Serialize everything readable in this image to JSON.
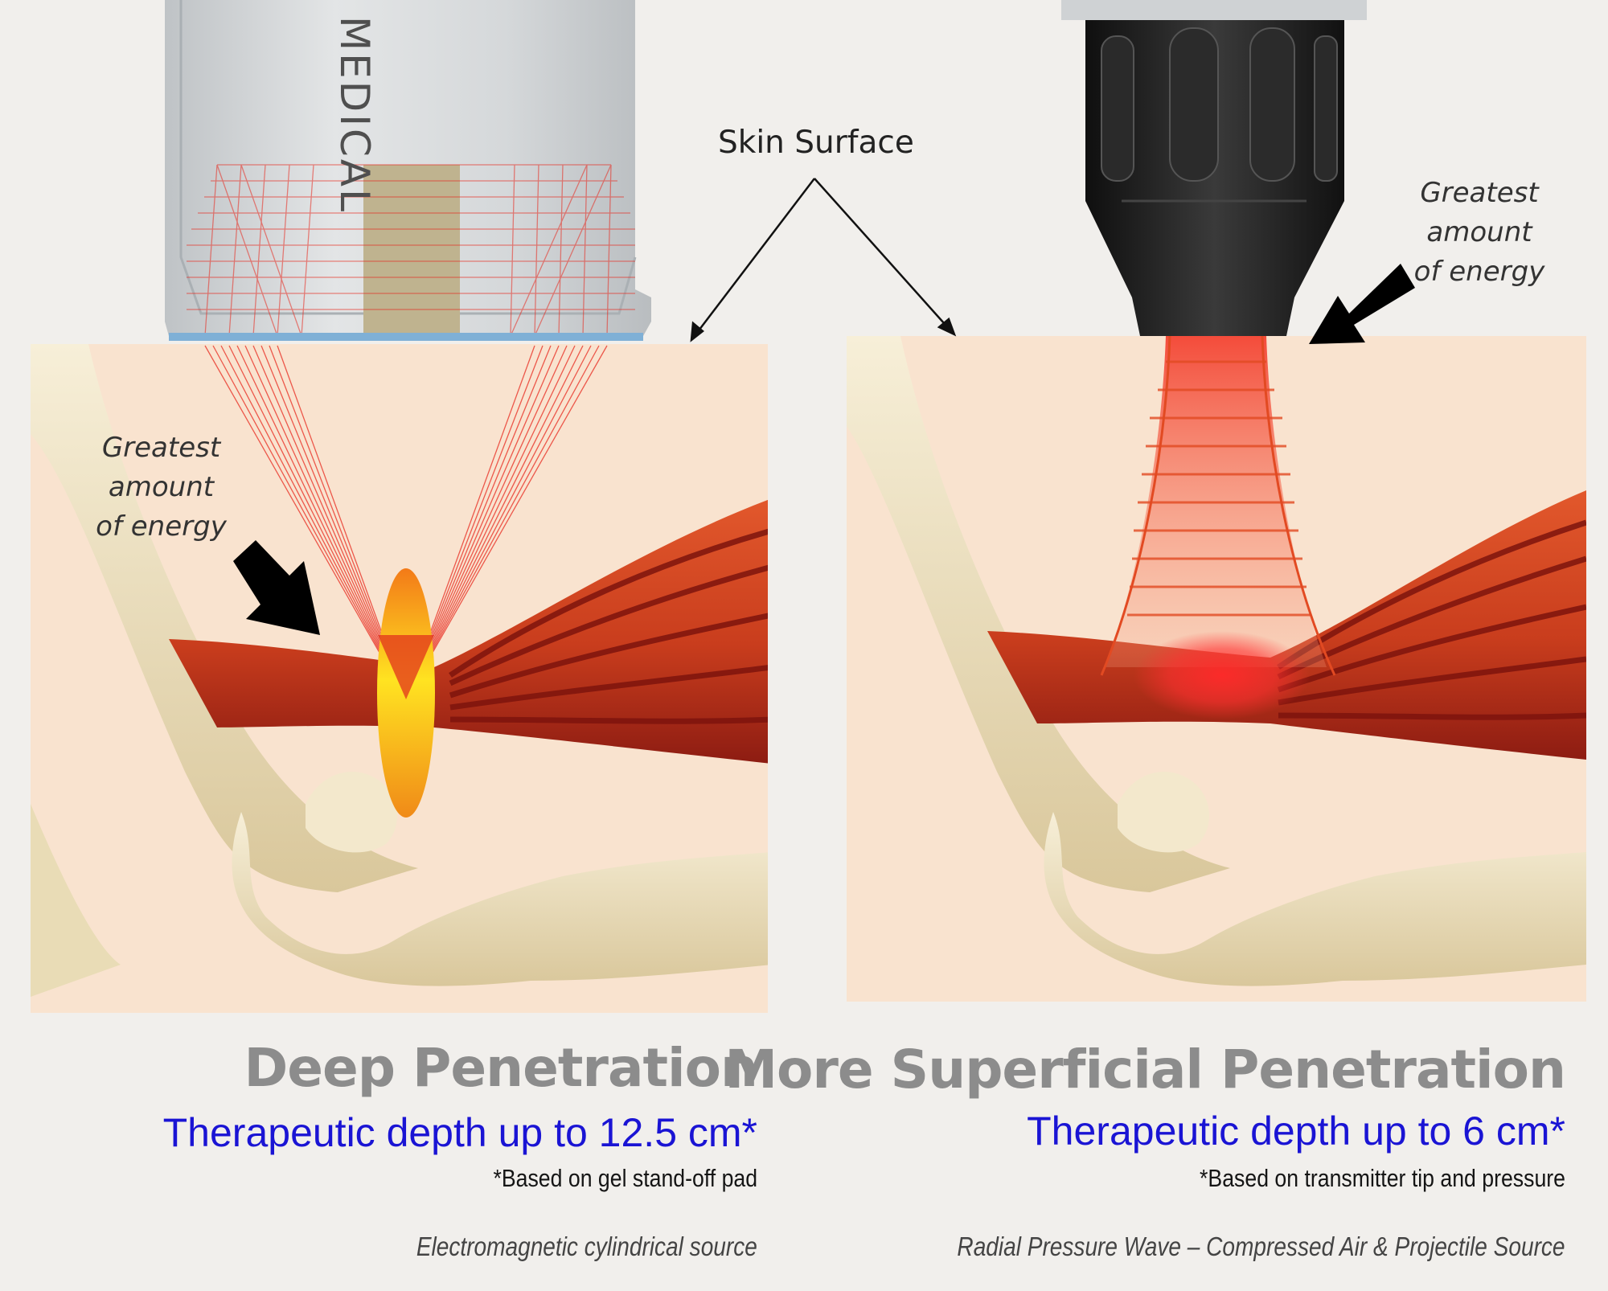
{
  "labels": {
    "skin_surface": "Skin Surface",
    "device_brand": "MEDICAL"
  },
  "left_panel": {
    "energy_label": [
      "Greatest",
      "amount",
      "of energy"
    ],
    "heading": "Deep Penetration",
    "depth": "Therapeutic depth up to 12.5 cm*",
    "note": "*Based on gel stand-off pad",
    "source": "Electromagnetic cylindrical source"
  },
  "right_panel": {
    "energy_label": [
      "Greatest",
      "amount",
      "of energy"
    ],
    "heading": "More Superficial Penetration",
    "depth": "Therapeutic depth up to 6 cm*",
    "note": "*Based on transmitter tip and pressure",
    "source": "Radial Pressure Wave – Compressed Air & Projectile Source"
  },
  "colors": {
    "background": "#f1efec",
    "skin": "#f9e3cf",
    "heading_gray": "#8c8c8c",
    "depth_blue": "#1a14d4",
    "beam_red": "#e8291e",
    "muscle": "#c8401c",
    "bone": "#eadcb8"
  }
}
